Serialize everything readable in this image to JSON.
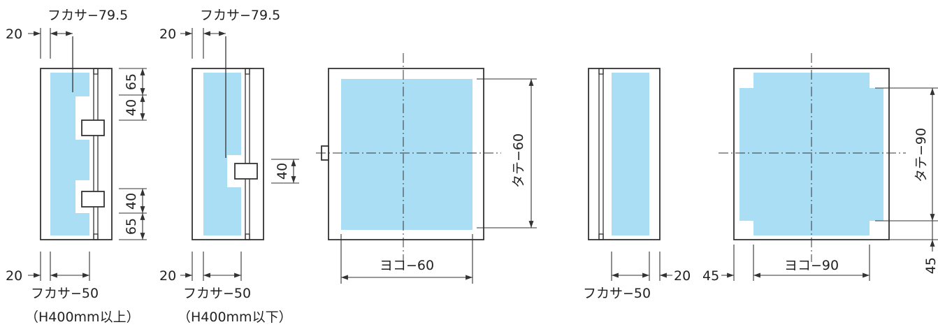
{
  "colors": {
    "mounting_area": "#a9def5",
    "line": "#333333"
  },
  "fig1": {
    "depth_top": "フカサ−79.5",
    "depth_bottom": "フカサ−50",
    "offset_top": "20",
    "offset_bottom": "20",
    "dims": [
      "65",
      "40",
      "40",
      "65"
    ],
    "caption": "（H400mm以上）"
  },
  "fig2": {
    "depth_top": "フカサ−79.5",
    "depth_bottom": "フカサ−50",
    "offset_top": "20",
    "offset_bottom": "20",
    "dim": "40",
    "caption": "（H400mm以下）"
  },
  "fig3": {
    "height": "タテ−60",
    "width": "ヨコ−60"
  },
  "fig4": {
    "depth": "フカサ−50",
    "offset": "20"
  },
  "fig5": {
    "height": "タテ−90",
    "width": "ヨコ−90",
    "offset_left": "45",
    "offset_bottom": "45"
  }
}
